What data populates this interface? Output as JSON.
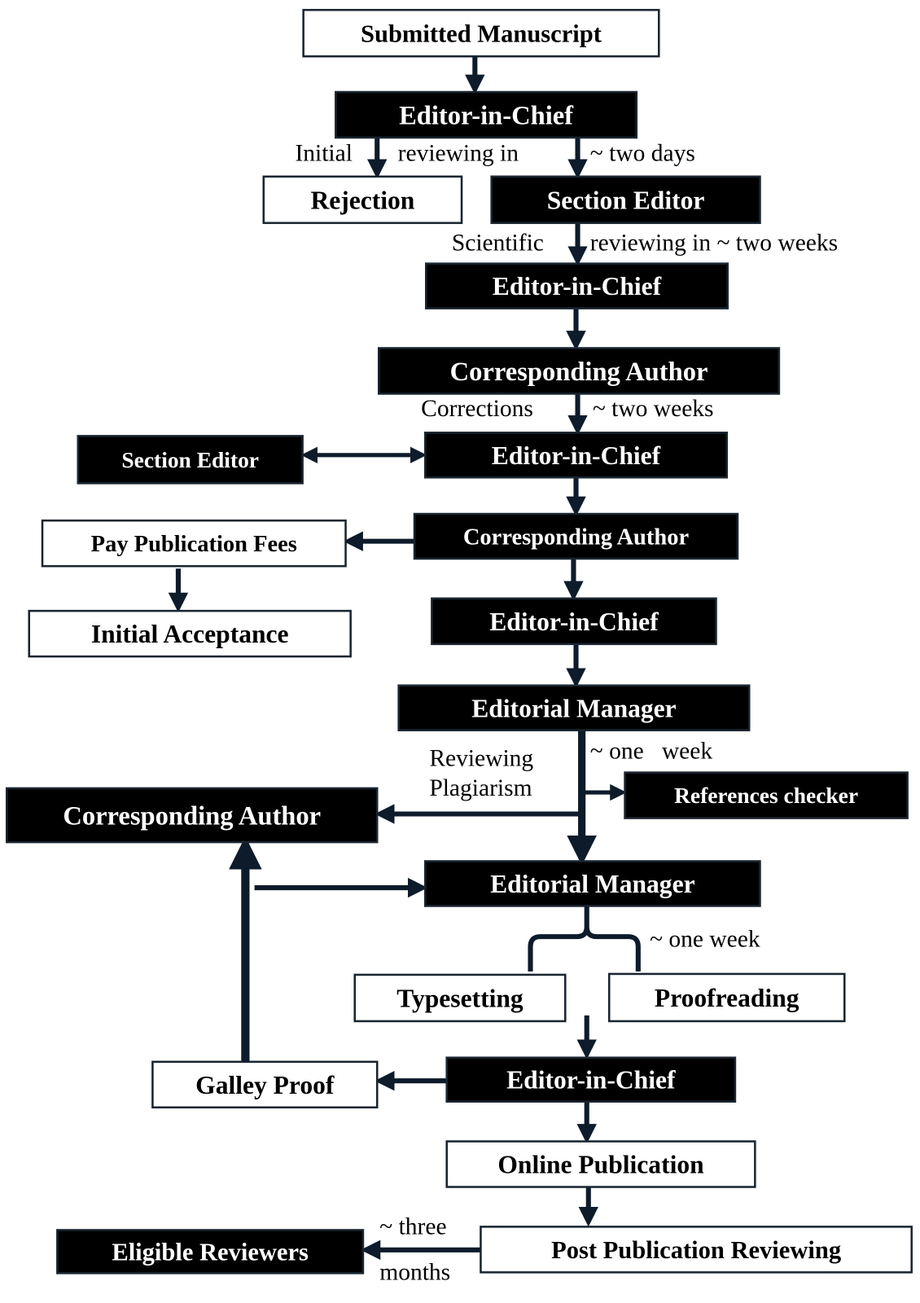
{
  "colors": {
    "dark_box": "#000000",
    "light_box": "#ffffff",
    "arrow": "#0d1b2a",
    "border": "#1a2530"
  },
  "boxes": {
    "submitted": "Submitted Manuscript",
    "eic1": "Editor-in-Chief",
    "rejection": "Rejection",
    "section_editor1": "Section Editor",
    "eic2": "Editor-in-Chief",
    "corr_author1": "Corresponding Author",
    "section_editor2": "Section Editor",
    "eic3": "Editor-in-Chief",
    "corr_author2": "Corresponding Author",
    "pay_fees": "Pay Publication Fees",
    "initial_acceptance": "Initial Acceptance",
    "eic4": "Editor-in-Chief",
    "editorial_manager1": "Editorial Manager",
    "references_checker": "References checker",
    "corr_author3": "Corresponding Author",
    "editorial_manager2": "Editorial Manager",
    "typesetting": "Typesetting",
    "proofreading": "Proofreading",
    "galley_proof": "Galley Proof",
    "eic5": "Editor-in-Chief",
    "online_publication": "Online Publication",
    "post_publication": "Post Publication Reviewing",
    "eligible_reviewers": "Eligible Reviewers"
  },
  "labels": {
    "initial": "Initial",
    "reviewing_in": "reviewing in",
    "two_days": "~ two days",
    "scientific": "Scientific",
    "reviewing_two_weeks": "reviewing in ~ two weeks",
    "corrections": "Corrections",
    "two_weeks": "~ two weeks",
    "reviewing": "Reviewing",
    "plagiarism": "Plagiarism",
    "one_week_a": "~ one   week",
    "one_week_b": "~ one week",
    "three": "~ three",
    "months": "months"
  }
}
